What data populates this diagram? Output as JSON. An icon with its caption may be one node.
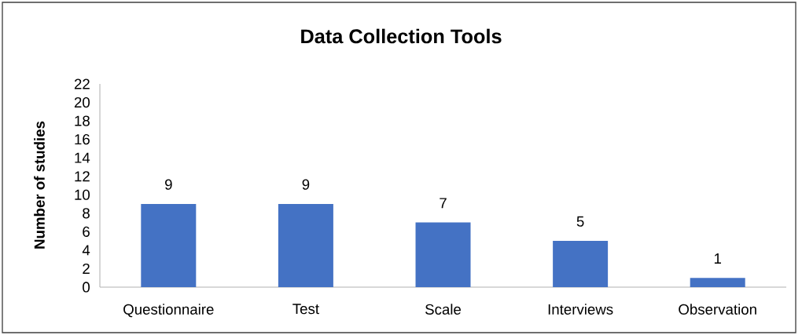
{
  "diagram": {
    "chart_data": {
      "type": "bar",
      "title": "Data Collection Tools",
      "ylabel": "Number of studies",
      "categories": [
        "Questionnaire",
        "Test",
        "Scale",
        "Interviews",
        "Observation"
      ],
      "series": [
        {
          "color": "#4472c4",
          "values": [
            9,
            9,
            7,
            5,
            1
          ]
        }
      ],
      "ylim": [
        0,
        22
      ],
      "yticks": [
        0,
        2,
        4,
        6,
        8,
        10,
        12,
        14,
        16,
        18,
        20,
        22
      ],
      "data_labels": true
    }
  }
}
